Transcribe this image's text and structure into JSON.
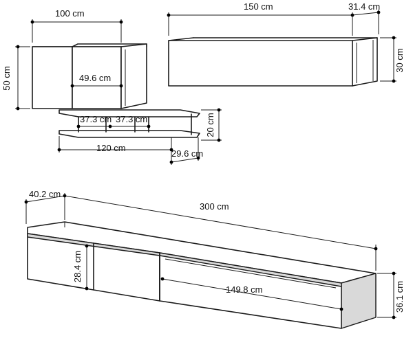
{
  "figure": {
    "label_color": "#111111",
    "line_color": "#1a1a1a",
    "shade_color": "#d9d9d9"
  },
  "top_left_unit": {
    "cabinet_width": "100 cm",
    "cabinet_height": "50 cm",
    "inner_width": "49.6 cm",
    "shelf_section_left": "37.3 cm",
    "shelf_section_right": "37.3 cm",
    "shelf_height": "20 cm",
    "shelf_width": "120 cm",
    "shelf_depth": "29.6 cm"
  },
  "top_right_unit": {
    "width": "150 cm",
    "depth": "31.4 cm",
    "height": "30 cm"
  },
  "bottom_unit": {
    "depth": "40.2 cm",
    "width": "300 cm",
    "drawer_height": "28.4 cm",
    "drawer_width": "149.8 cm",
    "total_height": "36.1 cm"
  }
}
